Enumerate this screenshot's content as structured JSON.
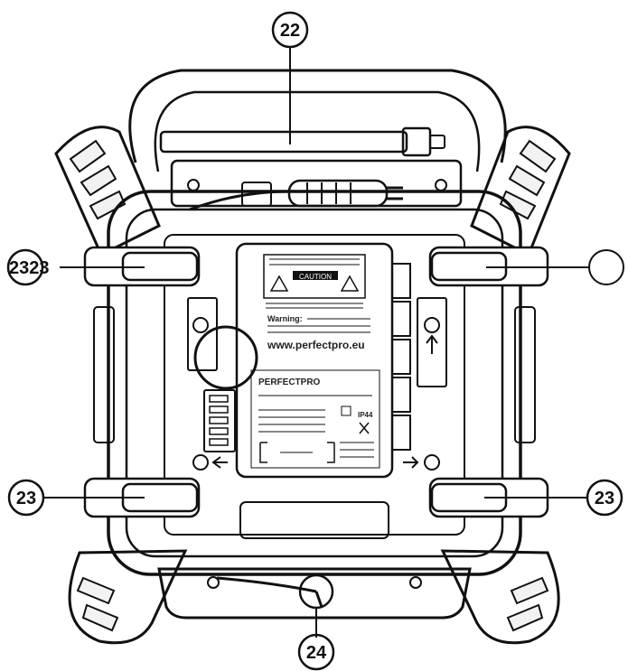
{
  "callouts": {
    "top": "22",
    "left_upper": "2323",
    "left_lower": "23",
    "right_lower": "23",
    "bottom": "24",
    "right_upper": ""
  },
  "label_plate": {
    "caution_heading": "CAUTION",
    "warning_text": "Warning:",
    "website": "www.perfectpro.eu",
    "brand": "PERFECTPRO",
    "ip_rating": "IP44"
  },
  "colors": {
    "line": "#111111",
    "fill": "#ffffff",
    "grip_shade": "#f2f2f2",
    "brand_accent": "#d9534f"
  }
}
